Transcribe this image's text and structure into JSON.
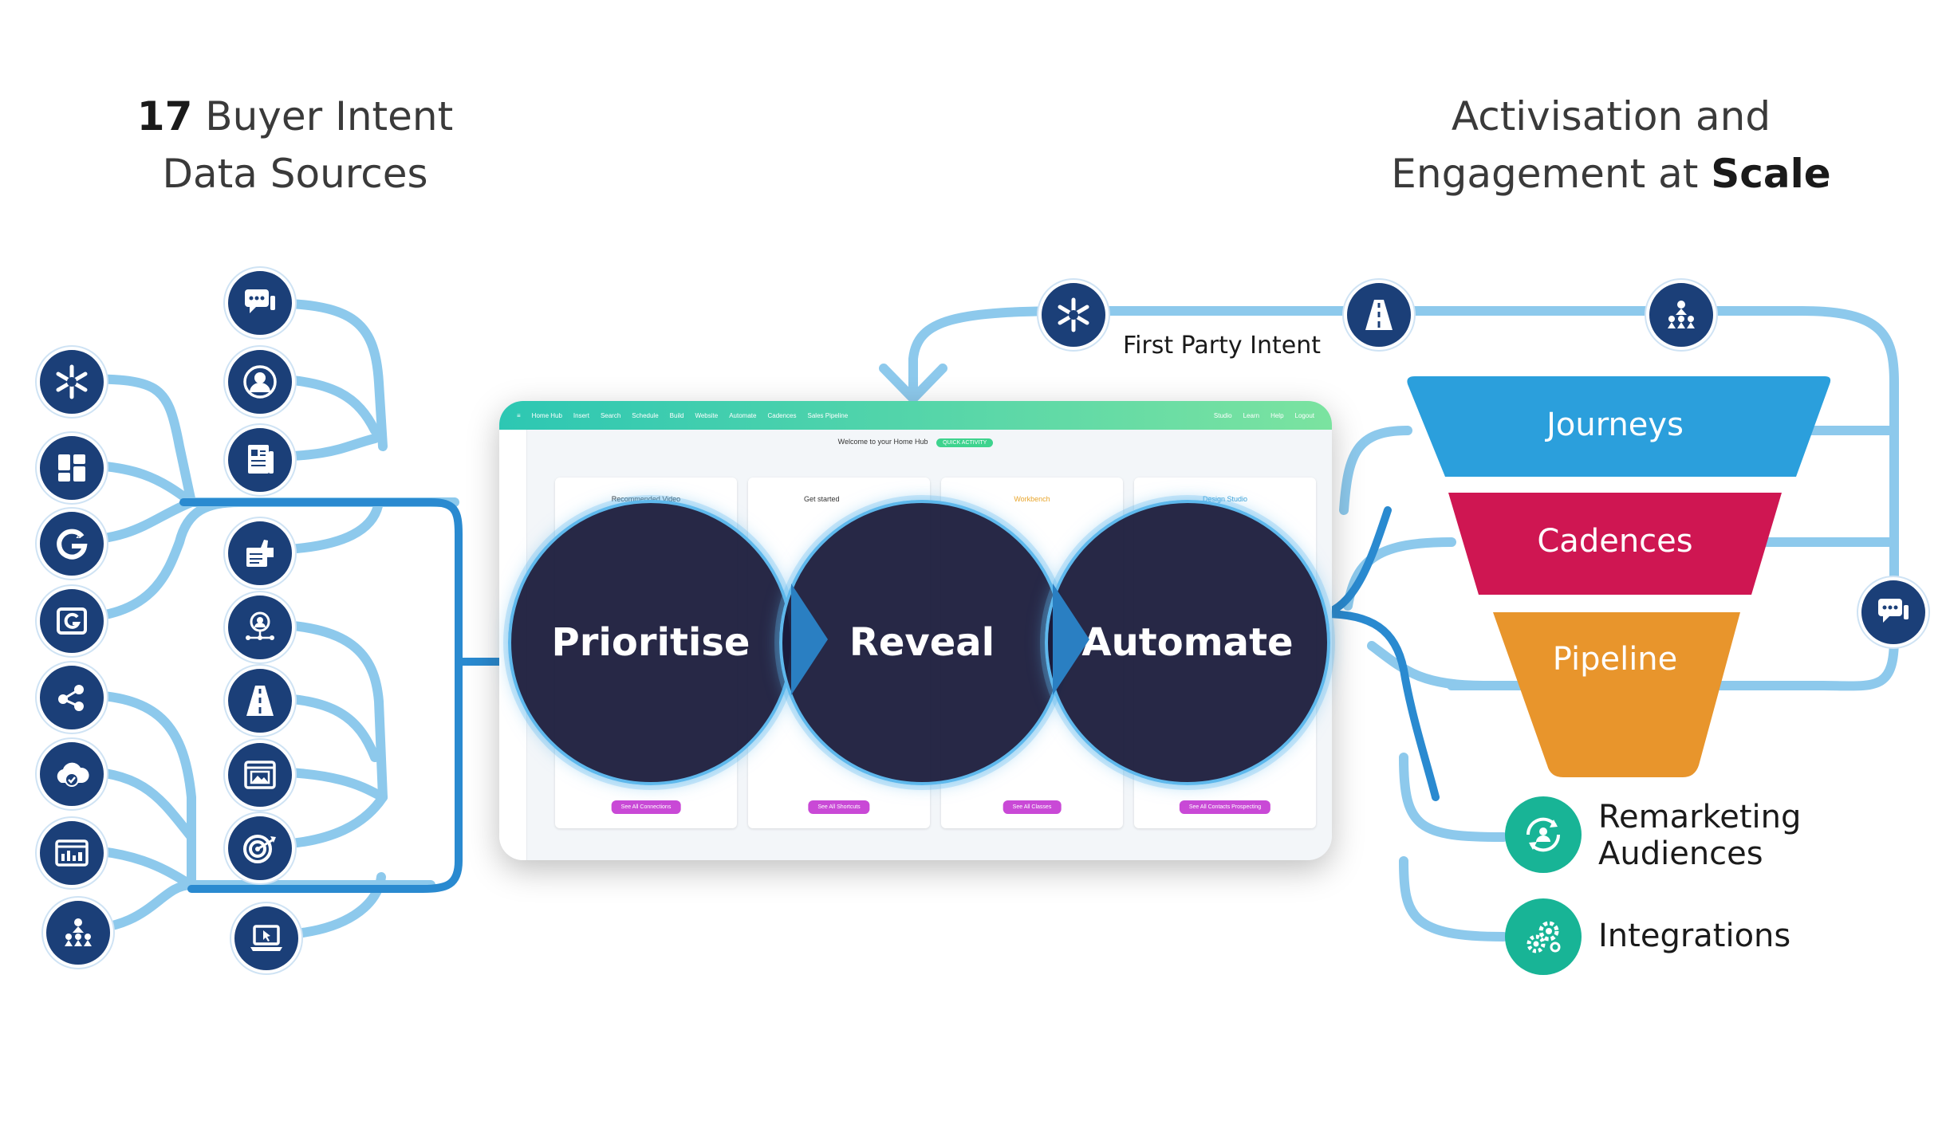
{
  "left_heading": {
    "number": "17",
    "line1_rest": " Buyer Intent",
    "line2": "Data Sources"
  },
  "right_heading": {
    "line1": "Activisation and",
    "line2_prefix": "Engagement at ",
    "line2_bold": "Scale"
  },
  "first_party_label": "First Party Intent",
  "app_screen": {
    "nav_items": [
      "Home Hub",
      "Insert",
      "Search",
      "Schedule",
      "Build",
      "Website",
      "Automate",
      "Cadences",
      "Sales Pipeline"
    ],
    "nav_right": [
      "Studio",
      "Learn",
      "Help",
      "Logout"
    ],
    "welcome": "Welcome to your Home Hub",
    "quick_button": "QUICK ACTIVITY",
    "cards": [
      {
        "title": "Recommended Video",
        "button": "See All Connections"
      },
      {
        "title": "Get started",
        "button": "See All Shortcuts"
      },
      {
        "title": "Workbench",
        "button": "See All Classes"
      },
      {
        "title": "Design Studio",
        "button": "See All Contacts Prospecting"
      }
    ]
  },
  "stages": [
    "Prioritise",
    "Reveal",
    "Automate"
  ],
  "funnel": [
    {
      "label": "Journeys",
      "color": "#2b9fdc"
    },
    {
      "label": "Cadences",
      "color": "#cf1652"
    },
    {
      "label": "Pipeline",
      "color": "#e8952c"
    }
  ],
  "outputs": [
    {
      "label_line1": "Remarketing",
      "label_line2": "Audiences",
      "icon": "refresh-people-icon"
    },
    {
      "label_line1": "Integrations",
      "label_line2": "",
      "icon": "gears-icon"
    }
  ],
  "colors": {
    "wire": "#8dc9ec",
    "wire_dark": "#2a8ad0",
    "icon_bg": "#1b3f78",
    "teal": "#18b496"
  },
  "left_icons_col1": [
    "snowflake-icon",
    "dashboard-grid-icon",
    "g2-icon",
    "google-ads-icon",
    "share-nodes-icon",
    "cloud-check-icon",
    "analytics-window-icon",
    "org-chart-icon"
  ],
  "left_icons_col2": [
    "chat-bubbles-icon",
    "person-profile-icon",
    "document-news-icon",
    "thumbs-up-review-icon",
    "user-network-icon",
    "road-icon",
    "image-window-icon",
    "target-icon",
    "laptop-cursor-icon"
  ],
  "top_icons": [
    "snowflake-icon",
    "road-icon",
    "org-chart-icon"
  ],
  "right_side_icon": "chat-bubbles-icon"
}
